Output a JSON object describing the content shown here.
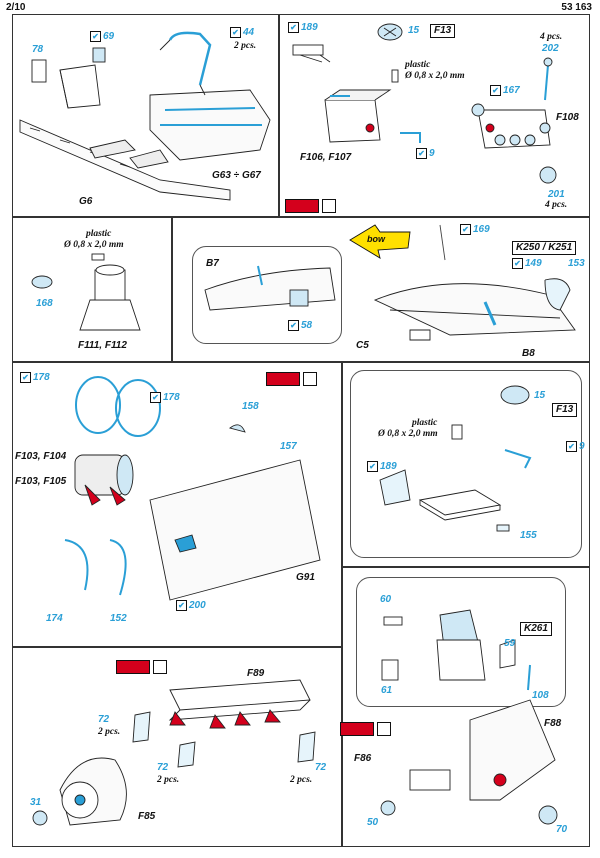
{
  "header": {
    "page": "2/10",
    "code": "53 163"
  },
  "p1": {
    "n78": "78",
    "n69": "69",
    "n44": "44",
    "pcs44": "2 pcs.",
    "g6": "G6",
    "g63": "G63 ÷ G67"
  },
  "p2": {
    "n189": "189",
    "n15": "15",
    "f13": "F13",
    "plastic": "plastic",
    "dim": "Ø 0,8 x 2,0 mm",
    "pcs4a": "4 pcs.",
    "n202": "202",
    "n167": "167",
    "f108": "F108",
    "f106": "F106, F107",
    "n9": "9",
    "n201": "201",
    "pcs4b": "4 pcs."
  },
  "p3": {
    "plastic": "plastic",
    "dim": "Ø 0,8 x 2,0 mm",
    "n168": "168",
    "f111": "F111, F112"
  },
  "p4": {
    "bow": "bow",
    "n169": "169",
    "k250": "K250 / K251",
    "n149": "149",
    "n153": "153",
    "b7": "B7",
    "n58": "58",
    "c5": "C5",
    "b8": "B8"
  },
  "p5": {
    "n178a": "178",
    "n178b": "178",
    "n158": "158",
    "n157": "157",
    "f103": "F103, F104",
    "f105": "F103, F105",
    "g91": "G91",
    "n174": "174",
    "n152": "152",
    "n200": "200"
  },
  "p6": {
    "n15": "15",
    "f13": "F13",
    "plastic": "plastic",
    "dim": "Ø 0,8 x 2,0 mm",
    "n9": "9",
    "n189": "189",
    "n155": "155"
  },
  "p7": {
    "n60": "60",
    "k261": "K261",
    "n59": "59",
    "n61": "61",
    "n108": "108"
  },
  "p8": {
    "f89": "F89",
    "n72a": "72",
    "pcs2a": "2 pcs.",
    "n72b": "72",
    "pcs2b": "2 pcs.",
    "n72c": "72",
    "pcs2c": "2 pcs.",
    "n31": "31",
    "f85": "F85"
  },
  "p9": {
    "f88": "F88",
    "f86": "F86",
    "n50": "50",
    "n70": "70"
  },
  "colors": {
    "accent": "#2a9fd6",
    "red": "#d4001c",
    "bow_arrow": "#ffe000"
  }
}
